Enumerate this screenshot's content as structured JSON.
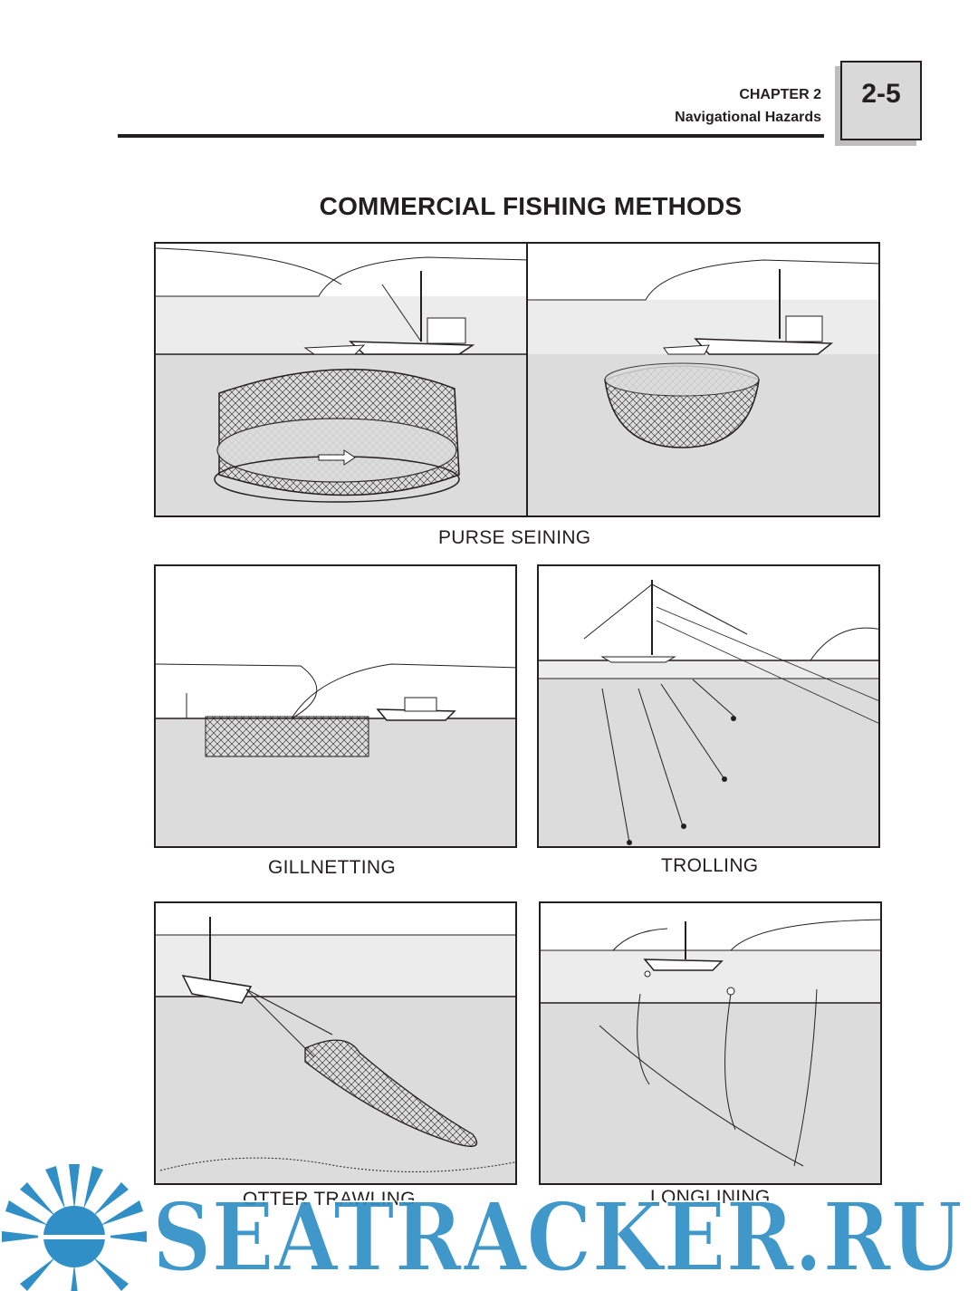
{
  "header": {
    "chapter": "CHAPTER 2",
    "section": "Navigational Hazards",
    "page_number": "2-5"
  },
  "title": "COMMERCIAL FISHING METHODS",
  "captions": {
    "purse_seining": "PURSE SEINING",
    "gillnetting": "GILLNETTING",
    "trolling": "TROLLING",
    "otter_trawling": "OTTER TRAWLING",
    "longlining": "LONGLINING"
  },
  "watermark": {
    "text": "SEATRACKER.RU",
    "color": "#2f8fc6",
    "icon": "sun-icon"
  },
  "colors": {
    "water": "#dcdcdc",
    "sky_band": "#ececec",
    "ink": "#231f20"
  }
}
